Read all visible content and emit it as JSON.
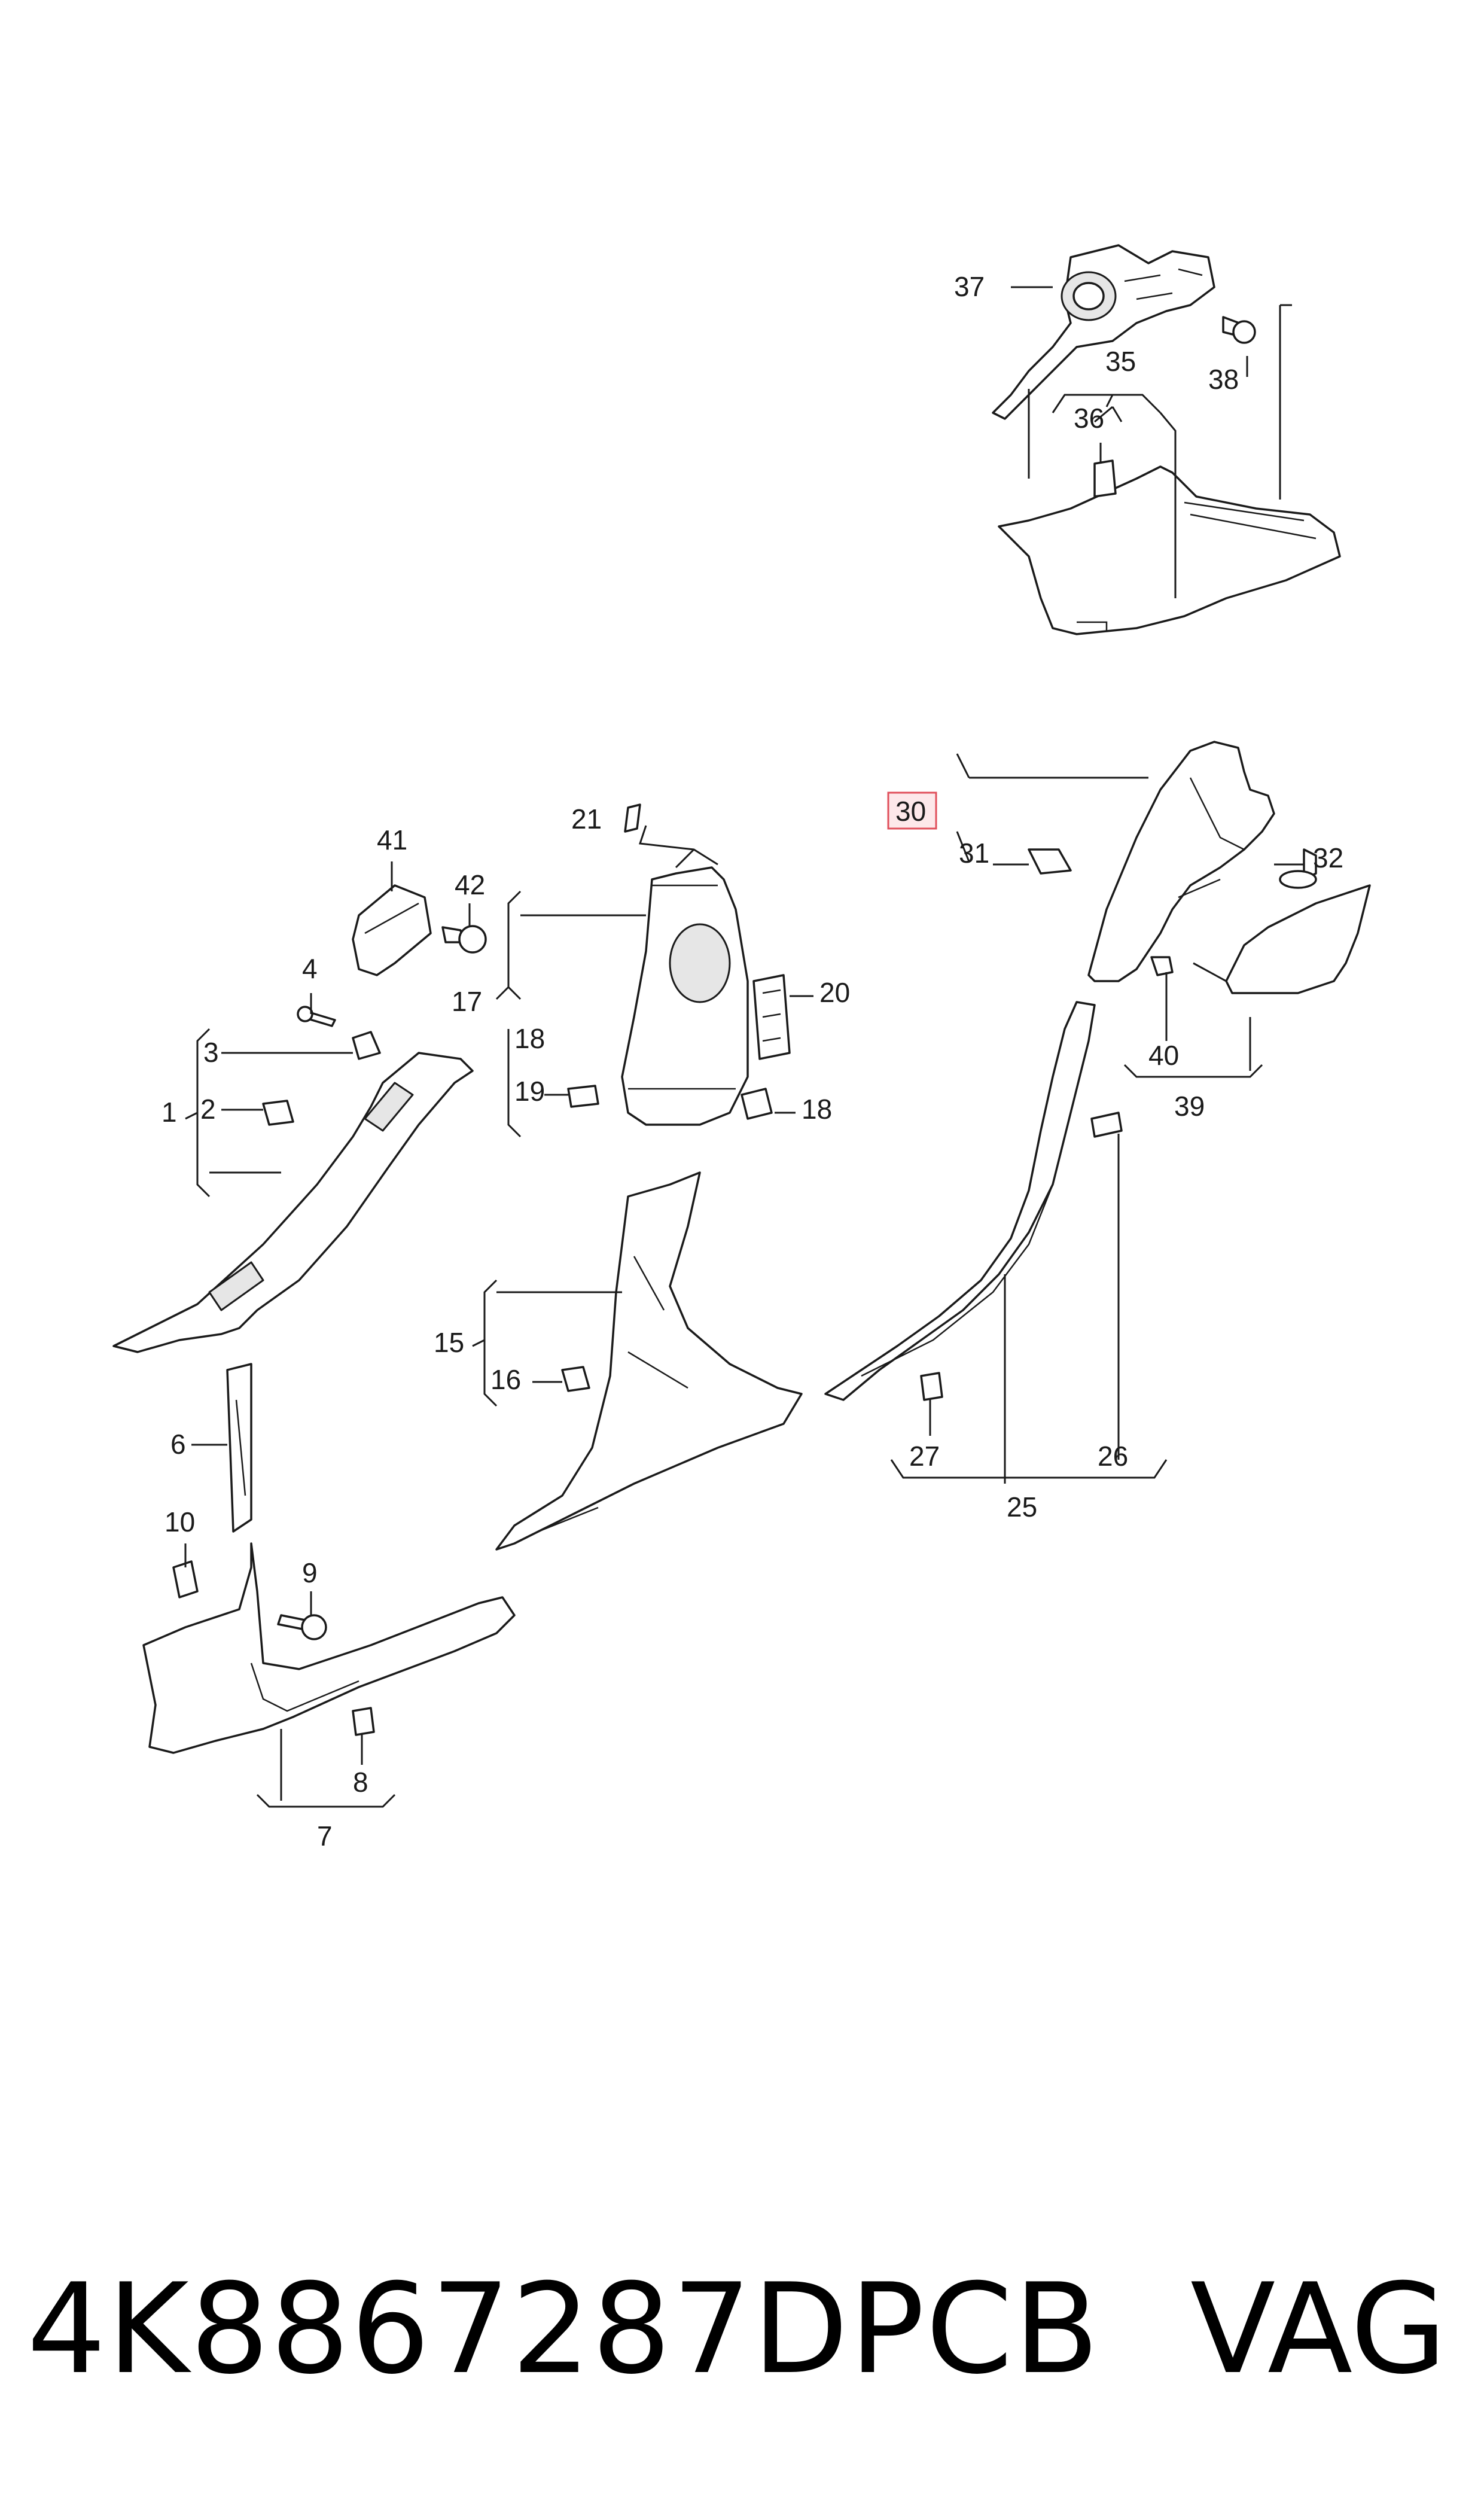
{
  "diagram": {
    "highlight_color": "#e0505c",
    "callouts": [
      "1",
      "2",
      "3",
      "4",
      "6",
      "7",
      "8",
      "9",
      "10",
      "15",
      "16",
      "17",
      "18",
      "18",
      "19",
      "20",
      "21",
      "25",
      "26",
      "27",
      "30",
      "31",
      "32",
      "35",
      "36",
      "37",
      "38",
      "39",
      "40",
      "41",
      "42"
    ],
    "highlighted_callout": "30"
  },
  "footer": {
    "part_number": "4K8867287DPCB",
    "brand": "VAG"
  }
}
